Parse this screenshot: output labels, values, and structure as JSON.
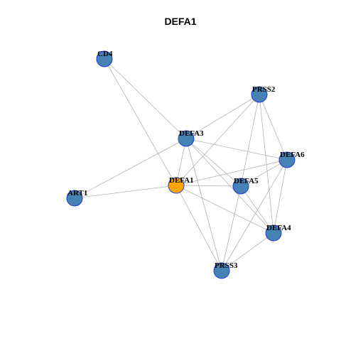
{
  "title": "DEFA1",
  "colors": {
    "default_node": "#4682b4",
    "center_node": "#ffa500",
    "node_border": "#1f3fd1",
    "edge": "#b3b3b3"
  },
  "nodes": [
    {
      "id": "DEFA1",
      "label": "DEFA1",
      "center": true
    },
    {
      "id": "CD4",
      "label": "CD4",
      "center": false
    },
    {
      "id": "PRSS2",
      "label": "PRSS2",
      "center": false
    },
    {
      "id": "DEFA3",
      "label": "DEFA3",
      "center": false
    },
    {
      "id": "DEFA6",
      "label": "DEFA6",
      "center": false
    },
    {
      "id": "DEFA5",
      "label": "DEFA5",
      "center": false
    },
    {
      "id": "ART1",
      "label": "ART1",
      "center": false
    },
    {
      "id": "DEFA4",
      "label": "DEFA4",
      "center": false
    },
    {
      "id": "PRSS3",
      "label": "PRSS3",
      "center": false
    }
  ],
  "edges": [
    [
      "CD4",
      "DEFA3"
    ],
    [
      "CD4",
      "DEFA1"
    ],
    [
      "PRSS2",
      "DEFA3"
    ],
    [
      "PRSS2",
      "DEFA1"
    ],
    [
      "PRSS2",
      "DEFA5"
    ],
    [
      "PRSS2",
      "DEFA6"
    ],
    [
      "PRSS2",
      "DEFA4"
    ],
    [
      "DEFA3",
      "DEFA1"
    ],
    [
      "DEFA3",
      "DEFA6"
    ],
    [
      "DEFA3",
      "DEFA5"
    ],
    [
      "DEFA3",
      "ART1"
    ],
    [
      "DEFA3",
      "DEFA4"
    ],
    [
      "DEFA3",
      "PRSS3"
    ],
    [
      "DEFA1",
      "ART1"
    ],
    [
      "DEFA1",
      "DEFA5"
    ],
    [
      "DEFA1",
      "DEFA6"
    ],
    [
      "DEFA1",
      "DEFA4"
    ],
    [
      "DEFA1",
      "PRSS3"
    ],
    [
      "DEFA5",
      "DEFA6"
    ],
    [
      "DEFA5",
      "DEFA4"
    ],
    [
      "DEFA5",
      "PRSS3"
    ],
    [
      "DEFA6",
      "DEFA4"
    ],
    [
      "DEFA6",
      "PRSS3"
    ],
    [
      "DEFA4",
      "PRSS3"
    ]
  ]
}
